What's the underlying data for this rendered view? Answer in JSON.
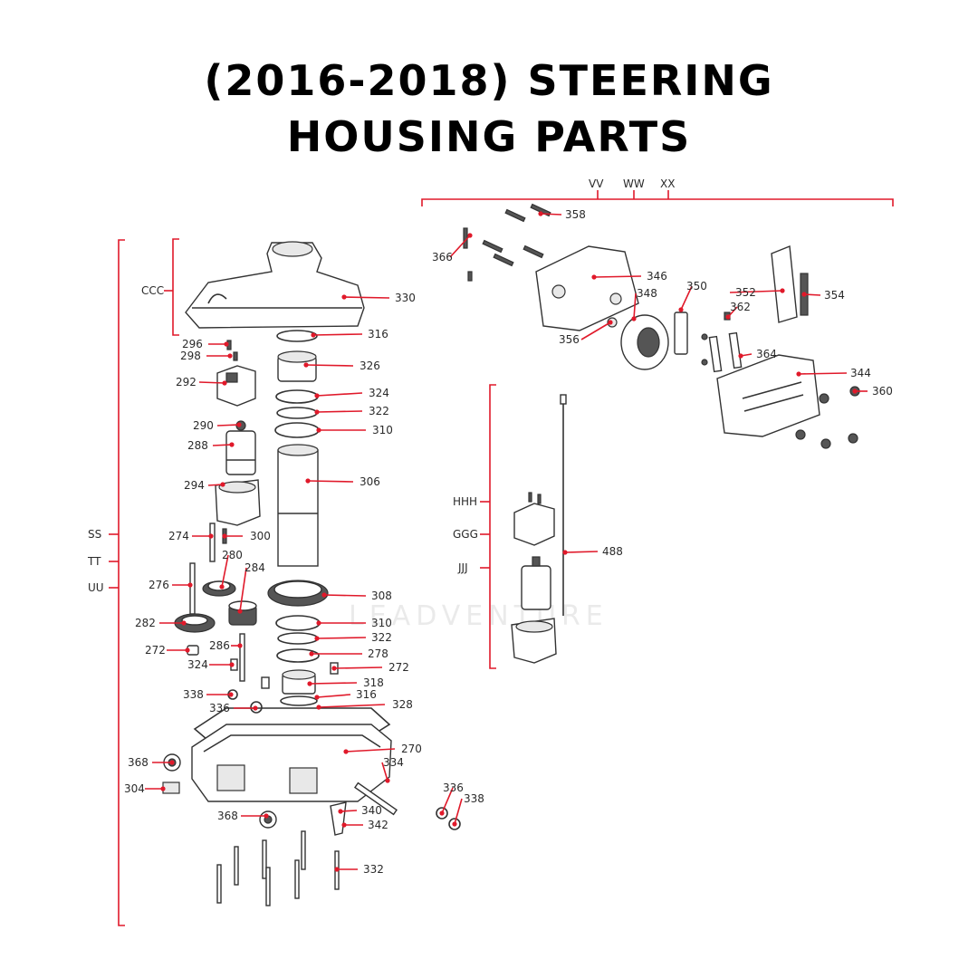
{
  "title": {
    "line1": "(2016-2018) STEERING",
    "line2": "HOUSING PARTS"
  },
  "watermark": "LEADVENTURE",
  "accent_color": "#e0192a",
  "group_labels": [
    "CCC",
    "SS",
    "TT",
    "UU",
    "HHH",
    "GGG",
    "JJJ",
    "VV",
    "WW",
    "XX"
  ],
  "part_labels": [
    "330",
    "316",
    "296",
    "298",
    "326",
    "292",
    "324",
    "322",
    "310",
    "290",
    "288",
    "306",
    "294",
    "274",
    "300",
    "280",
    "284",
    "276",
    "308",
    "282",
    "310",
    "322",
    "278",
    "286",
    "272",
    "324",
    "272",
    "318",
    "338",
    "316",
    "336",
    "328",
    "270",
    "368",
    "334",
    "304",
    "336",
    "338",
    "340",
    "368",
    "342",
    "332",
    "358",
    "366",
    "346",
    "348",
    "350",
    "352",
    "354",
    "356",
    "362",
    "364",
    "344",
    "360",
    "488"
  ]
}
